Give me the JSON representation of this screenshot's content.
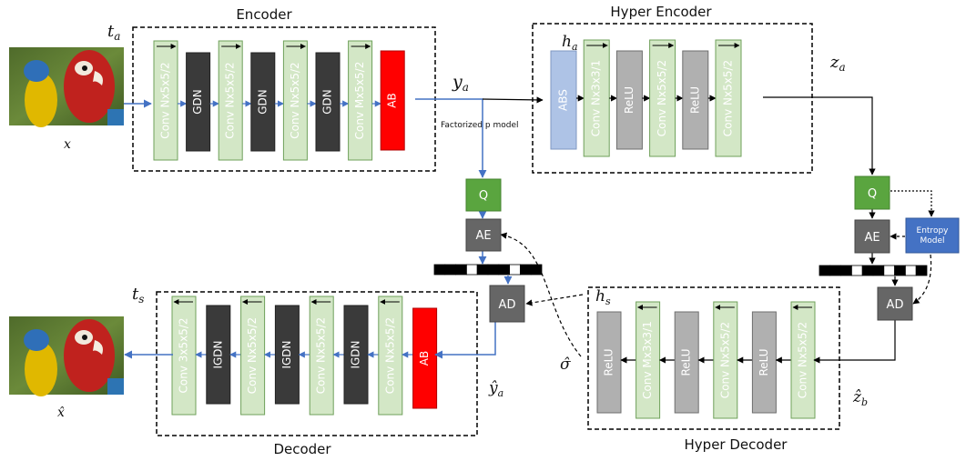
{
  "titles": {
    "encoder": "Encoder",
    "hyper_encoder": "Hyper Encoder",
    "decoder": "Decoder",
    "hyper_decoder": "Hyper Decoder"
  },
  "symbols": {
    "t_a": "t",
    "t_a_sub": "a",
    "h_a": "h",
    "h_a_sub": "a",
    "t_s": "t",
    "t_s_sub": "s",
    "h_s": "h",
    "h_s_sub": "s",
    "x": "x",
    "x_hat": "x̂",
    "y_a": "y",
    "y_a_sub": "a",
    "y_hat_a": "ŷ",
    "y_hat_a_sub": "a",
    "z_a": "z",
    "z_a_sub": "a",
    "z_hat_b": "ẑ",
    "z_hat_b_sub": "b",
    "sigma_hat": "σ̂"
  },
  "factorized_label": "Factorized p model",
  "encoder_layers": [
    "Conv Nx5x5/2",
    "GDN",
    "Conv Nx5x5/2",
    "GDN",
    "Conv Nx5x5/2",
    "GDN",
    "Conv Mx5x5/2",
    "AB"
  ],
  "hyper_encoder_layers": [
    "ABS",
    "Conv Nx3x3/1",
    "ReLU",
    "Conv Nx5x5/2",
    "ReLU",
    "Conv Nx5x5/2"
  ],
  "decoder_layers": [
    "Conv 3x5x5/2",
    "IGDN",
    "Conv Nx5x5/2",
    "IGDN",
    "Conv Nx5x5/2",
    "IGDN",
    "Conv Nx5x5/2",
    "AB"
  ],
  "hyper_decoder_layers": [
    "ReLU",
    "Conv Mx3x3/1",
    "ReLU",
    "Conv Nx5x5/2",
    "ReLU",
    "Conv Nx5x5/2"
  ],
  "blocks": {
    "q1": "Q",
    "ae1": "AE",
    "ad1": "AD",
    "q2": "Q",
    "ae2": "AE",
    "ad2": "AD",
    "entropy_model": "Entropy Model"
  },
  "colors": {
    "conv": "#d3e7c6",
    "gdn": "#3a3a3a",
    "relu": "#b0b0b0",
    "abs": "#aec3e6",
    "ab": "#ff0000",
    "q": "#5aa53f",
    "ae_ad": "#666666",
    "entropy": "#4472c4",
    "arrow_blue": "#4472c4"
  }
}
